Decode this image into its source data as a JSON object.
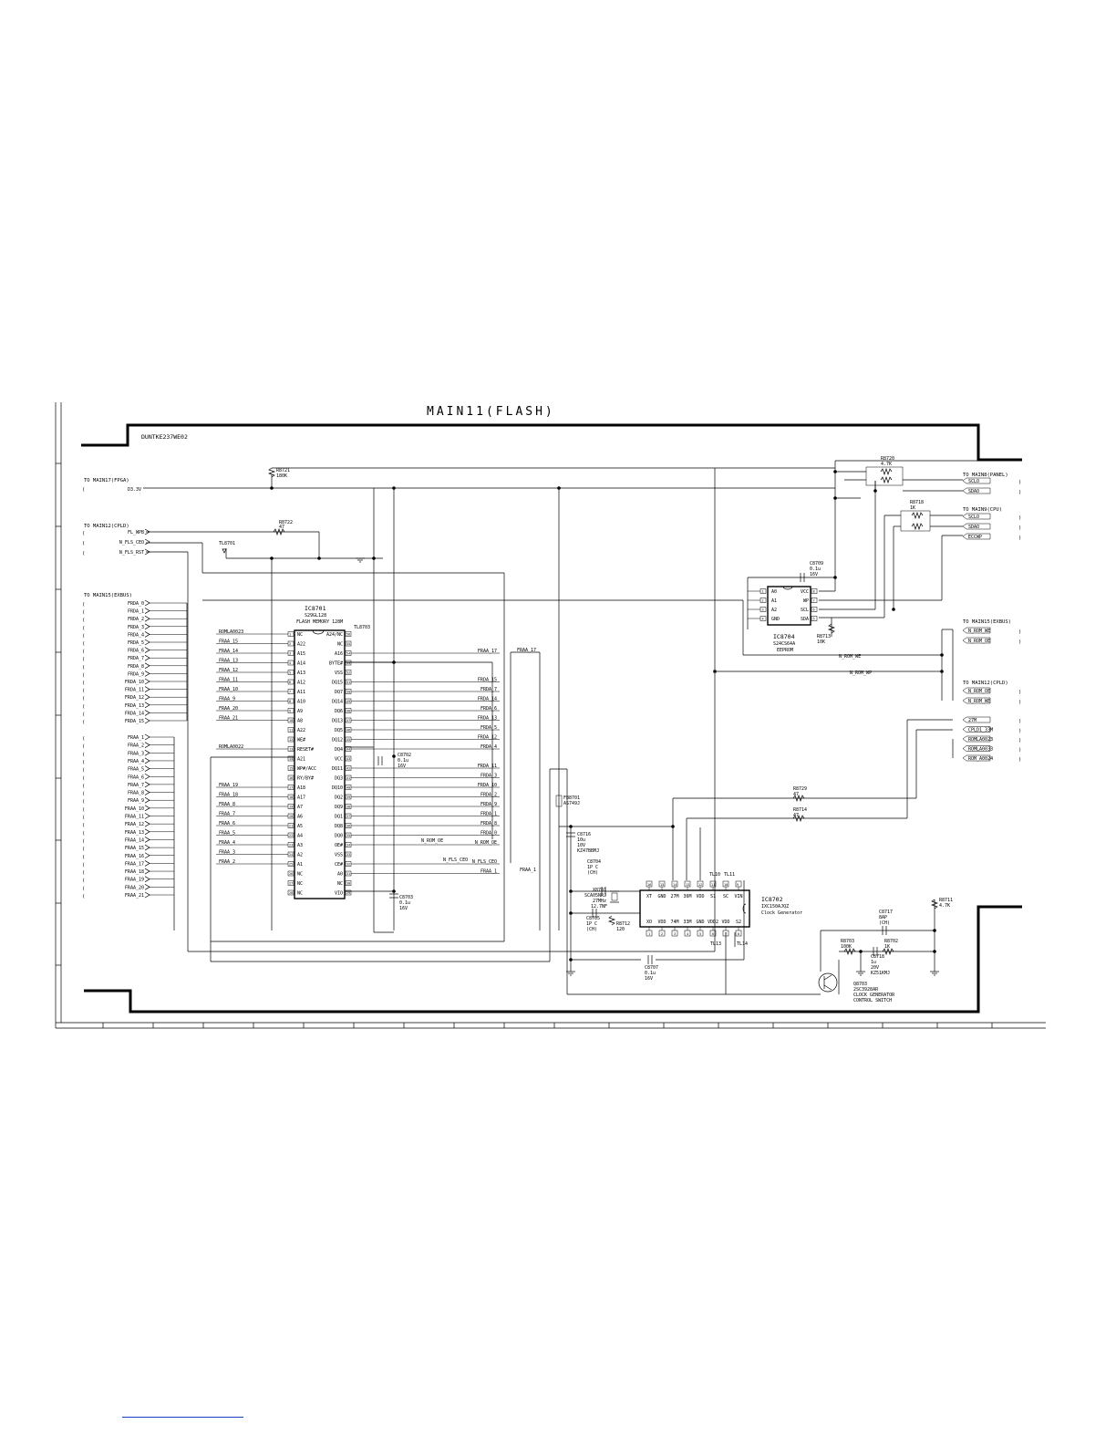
{
  "sheet": {
    "title": "MAIN11(FLASH)",
    "part_no": "DUNTKE237WE02"
  },
  "ports": {
    "fpga": {
      "header": "TO MAIN17(FPGA)",
      "pins": [
        "D3.3V"
      ]
    },
    "cpld_in": {
      "header": "TO MAIN12(CPLD)",
      "pins": [
        "FL_WPB",
        "N_FLS_CEO",
        "N_FLS_RST"
      ]
    },
    "exbus_in": {
      "header": "TO MAIN15(EXBUS)",
      "data_pins": [
        "FRDA_0",
        "FRDA_1",
        "FRDA_2",
        "FRDA_3",
        "FRDA_4",
        "FRDA_5",
        "FRDA_6",
        "FRDA_7",
        "FRDA_8",
        "FRDA_9",
        "FRDA_10",
        "FRDA_11",
        "FRDA_12",
        "FRDA_13",
        "FRDA_14",
        "FRDA_15"
      ],
      "addr_pins": [
        "FRAA_1",
        "FRAA_2",
        "FRAA_3",
        "FRAA_4",
        "FRAA_5",
        "FRAA_6",
        "FRAA_7",
        "FRAA_8",
        "FRAA_9",
        "FRAA_10",
        "FRAA_11",
        "FRAA_12",
        "FRAA_13",
        "FRAA_14",
        "FRAA_15",
        "FRAA_16",
        "FRAA_17",
        "FRAA_18",
        "FRAA_19",
        "FRAA_20",
        "FRAA_21"
      ]
    },
    "panel": {
      "header": "TO MAIN8(PANEL)",
      "pins": [
        "SCLO",
        "SDAO"
      ]
    },
    "cpu": {
      "header": "TO MAIN9(CPU)",
      "pins": [
        "SCLO",
        "SDAO",
        "ECCWP"
      ]
    },
    "exbus_out": {
      "header": "TO MAIN15(EXBUS)",
      "pins": [
        "N_ROM_WE",
        "N_ROM_OE"
      ]
    },
    "cpld_out": {
      "header": "TO MAIN12(CPLD)",
      "pins": [
        "N_ROM_OE",
        "N_ROM_WE"
      ]
    },
    "clock_out": {
      "pins": [
        "27M",
        "CPLD1_33M",
        "ROMLA0023",
        "ROMLA0033",
        "ROM_A0024"
      ]
    }
  },
  "ic8701": {
    "ref": "IC8701",
    "part": "S29GL128",
    "desc": "FLASH MEMORY 128M",
    "left_pins": [
      {
        "no": "1",
        "name": "NC"
      },
      {
        "no": "2",
        "name": "A22"
      },
      {
        "no": "3",
        "name": "A15"
      },
      {
        "no": "4",
        "name": "A14"
      },
      {
        "no": "5",
        "name": "A13"
      },
      {
        "no": "6",
        "name": "A12"
      },
      {
        "no": "7",
        "name": "A11"
      },
      {
        "no": "8",
        "name": "A10"
      },
      {
        "no": "9",
        "name": "A9"
      },
      {
        "no": "10",
        "name": "A8"
      },
      {
        "no": "11",
        "name": "A22"
      },
      {
        "no": "12",
        "name": "WE#"
      },
      {
        "no": "13",
        "name": "RESET#"
      },
      {
        "no": "14",
        "name": "A21"
      },
      {
        "no": "15",
        "name": "WP#/ACC"
      },
      {
        "no": "16",
        "name": "RY/BY#"
      },
      {
        "no": "17",
        "name": "A18"
      },
      {
        "no": "18",
        "name": "A17"
      },
      {
        "no": "19",
        "name": "A7"
      },
      {
        "no": "20",
        "name": "A6"
      },
      {
        "no": "21",
        "name": "A5"
      },
      {
        "no": "22",
        "name": "A4"
      },
      {
        "no": "23",
        "name": "A3"
      },
      {
        "no": "24",
        "name": "A2"
      },
      {
        "no": "25",
        "name": "A1"
      },
      {
        "no": "26",
        "name": "NC"
      },
      {
        "no": "27",
        "name": "NC"
      },
      {
        "no": "28",
        "name": "NC"
      }
    ],
    "right_pins": [
      {
        "no": "56",
        "name": "A24/NC"
      },
      {
        "no": "55",
        "name": "NC"
      },
      {
        "no": "54",
        "name": "A16"
      },
      {
        "no": "53",
        "name": "BYTE#"
      },
      {
        "no": "52",
        "name": "VSS"
      },
      {
        "no": "51",
        "name": "DQ15"
      },
      {
        "no": "50",
        "name": "DQ7"
      },
      {
        "no": "49",
        "name": "DQ14"
      },
      {
        "no": "48",
        "name": "DQ6"
      },
      {
        "no": "47",
        "name": "DQ13"
      },
      {
        "no": "46",
        "name": "DQ5"
      },
      {
        "no": "45",
        "name": "DQ12"
      },
      {
        "no": "44",
        "name": "DQ4"
      },
      {
        "no": "43",
        "name": "VCC"
      },
      {
        "no": "42",
        "name": "DQ11"
      },
      {
        "no": "41",
        "name": "DQ3"
      },
      {
        "no": "40",
        "name": "DQ10"
      },
      {
        "no": "39",
        "name": "DQ2"
      },
      {
        "no": "38",
        "name": "DQ9"
      },
      {
        "no": "37",
        "name": "DQ1"
      },
      {
        "no": "36",
        "name": "DQ8"
      },
      {
        "no": "35",
        "name": "DQ0"
      },
      {
        "no": "34",
        "name": "OE#"
      },
      {
        "no": "33",
        "name": "VSS"
      },
      {
        "no": "32",
        "name": "CE#"
      },
      {
        "no": "31",
        "name": "A0"
      },
      {
        "no": "30",
        "name": "NC"
      },
      {
        "no": "29",
        "name": "VIO"
      }
    ],
    "left_nets": [
      "ROMLA0023",
      "FRAA_15",
      "FRAA_14",
      "FRAA_13",
      "FRAA_12",
      "FRAA_11",
      "FRAA_10",
      "FRAA_9",
      "FRAA_20",
      "FRAA_21",
      "",
      "",
      "ROMLA0022",
      "",
      "",
      "",
      "FRAA_19",
      "FRAA_18",
      "FRAA_8",
      "FRAA_7",
      "FRAA_6",
      "FRAA_5",
      "FRAA_4",
      "FRAA_3",
      "FRAA_2",
      "",
      "",
      ""
    ],
    "right_nets": [
      "",
      "",
      "FRAA_17",
      "",
      "",
      "FRDA_15",
      "FRDA_7",
      "FRDA_14",
      "FRDA_6",
      "FRDA_13",
      "FRDA_5",
      "FRDA_12",
      "FRDA_4",
      "",
      "FRDA_11",
      "FRDA_3",
      "FRDA_10",
      "FRDA_2",
      "FRDA_9",
      "FRDA_1",
      "FRDA_8",
      "FRDA_0",
      "N_ROM_OE",
      "",
      "N_FLS_CEO",
      "FRAA_1",
      "",
      ""
    ]
  },
  "ic8704": {
    "ref": "IC8704",
    "part": "S24CS64A",
    "desc": "EEPROM",
    "left_pins": [
      {
        "no": "1",
        "name": "A0"
      },
      {
        "no": "2",
        "name": "A1"
      },
      {
        "no": "3",
        "name": "A2"
      },
      {
        "no": "4",
        "name": "GND"
      }
    ],
    "right_pins": [
      {
        "no": "8",
        "name": "VCC"
      },
      {
        "no": "7",
        "name": "WP"
      },
      {
        "no": "6",
        "name": "SCL"
      },
      {
        "no": "5",
        "name": "SDA"
      }
    ]
  },
  "ic8702": {
    "ref": "IC8702",
    "part": "IXC150AJQZ",
    "desc": "Clock Generator",
    "top_pins": [
      "XT",
      "GND",
      "27M",
      "36M",
      "VDD",
      "S1",
      "SC",
      "VIN"
    ],
    "bottom_pins": [
      "XO",
      "VDD",
      "74M",
      "33M",
      "GND",
      "VDD2",
      "VDD",
      "S2"
    ]
  },
  "components": {
    "r8721": [
      "R8721",
      "180K"
    ],
    "r8722": [
      "R8722",
      "47"
    ],
    "tl8701": "TL8701",
    "tl8703": "TL8703",
    "r8720": [
      "R8720",
      "4.7K"
    ],
    "r8718": [
      "R8718",
      "1K"
    ],
    "c8709": [
      "C8709",
      "0.1u",
      "16V"
    ],
    "r8713": [
      "R8713",
      "10K"
    ],
    "c8702": [
      "C8702",
      "0.1u",
      "16V"
    ],
    "c8703": [
      "C8703",
      "0.1u",
      "16V"
    ],
    "fb8701": [
      "FB8701",
      "AS749J"
    ],
    "c8716": [
      "C8716",
      "10u",
      "10V",
      "KZ47BBMJ"
    ],
    "c8704": [
      "C8704",
      "1P C",
      "(CH)"
    ],
    "x8701": [
      "X8701",
      "SCA05NRJ",
      "27MHz",
      "12.7NF"
    ],
    "c8705": [
      "C8705",
      "1P C",
      "(CH)"
    ],
    "r8712": [
      "R8712",
      "120"
    ],
    "c8707": [
      "C8707",
      "0.1u",
      "16V"
    ],
    "r8729": [
      "R8729",
      "47"
    ],
    "r8714": [
      "R8714",
      "47"
    ],
    "r8711": [
      "R8711",
      "4.7K"
    ],
    "c8717": [
      "C8717",
      "8AP",
      "(CH)"
    ],
    "r8703": [
      "R8703",
      "100K"
    ],
    "r8702": [
      "R8702",
      "1K"
    ],
    "c8718": [
      "C8718",
      "1u",
      "20V",
      "KZ51KMJ"
    ],
    "q8703": [
      "Q8703",
      "2SC3928AR",
      "CLOCK GENERATOR",
      "CONTROL SWITCH"
    ]
  },
  "nets": {
    "n_rom_we": "N_ROM_WE",
    "n_rom_wp": "N_ROM_WP",
    "n_rom_oe": "N_ROM_OE",
    "n_fls_ceo": "N_FLS_CEO",
    "fraa_17": "FRAA_17",
    "fraa_1": "FRAA_1"
  },
  "pin_labels": {
    "tl10": "TL10",
    "tl11": "TL11",
    "tl13": "TL13",
    "tl14": "TL14"
  }
}
